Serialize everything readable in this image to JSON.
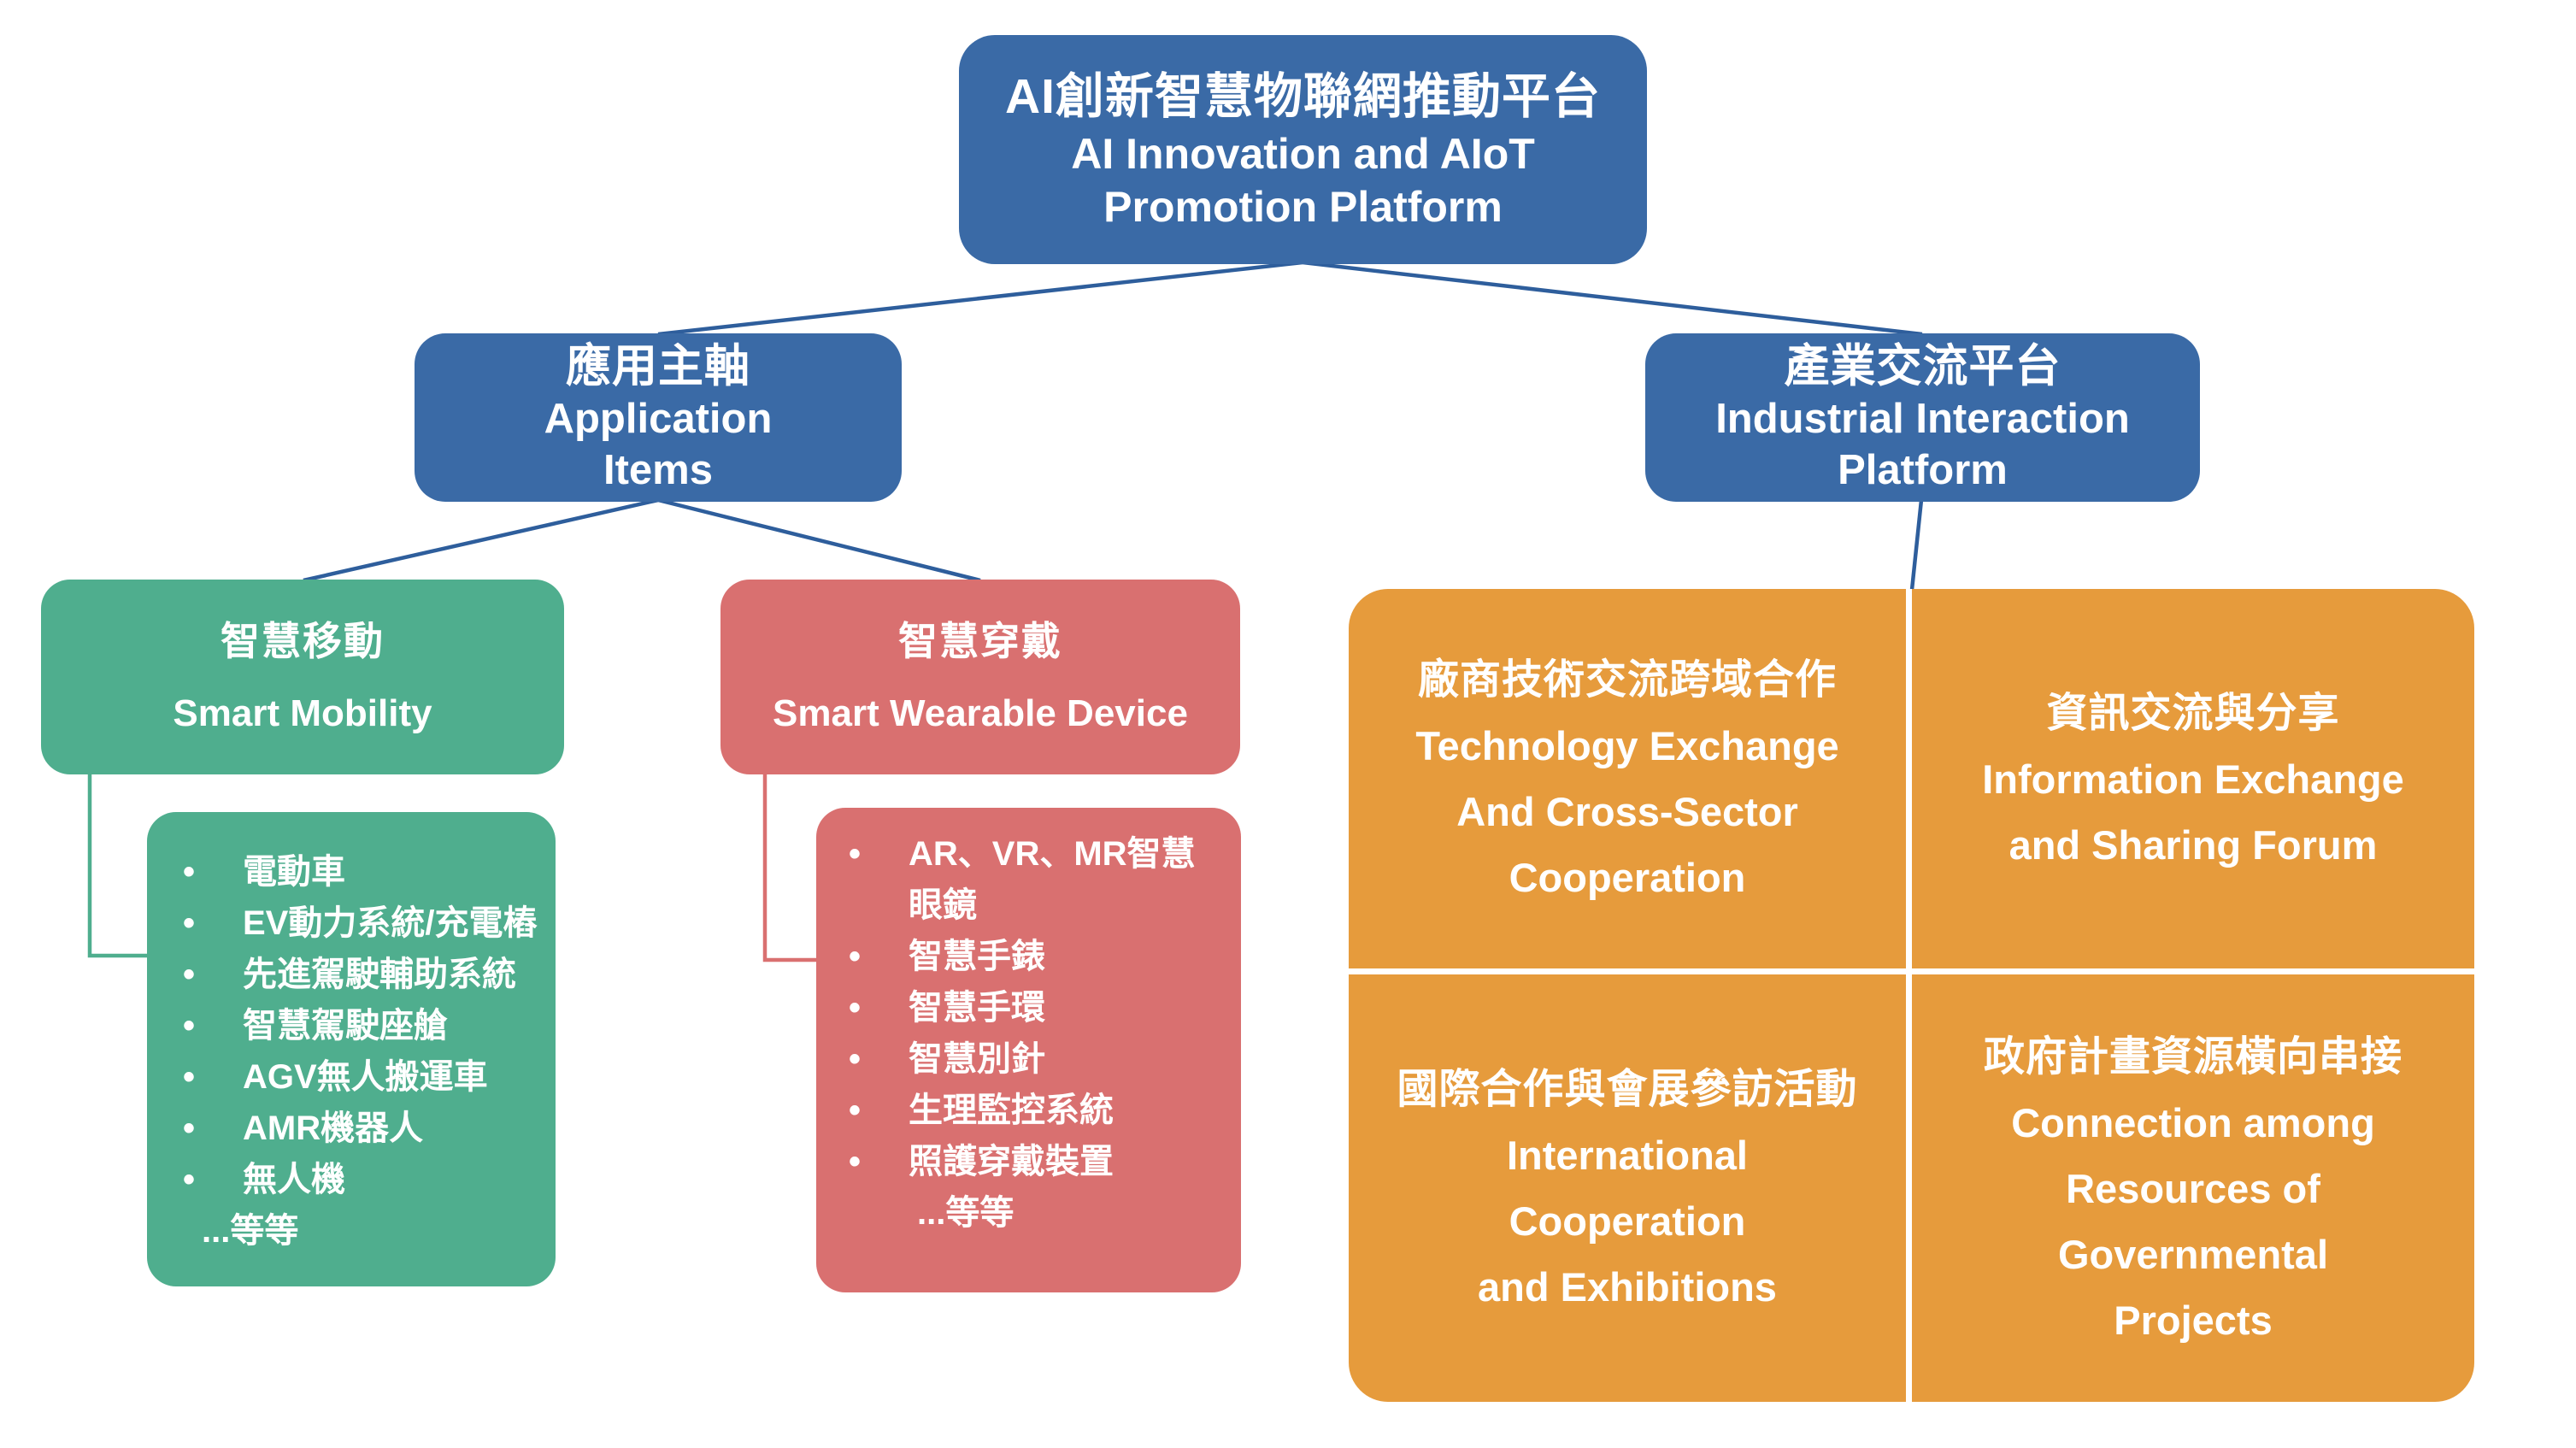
{
  "root": {
    "title_zh": "AI創新智慧物聯網推動平台",
    "title_en_lines": [
      "AI Innovation and AIoT",
      "Promotion Platform"
    ]
  },
  "branches": {
    "application": {
      "title_zh": "應用主軸",
      "title_en_lines": [
        "Application",
        "Items"
      ]
    },
    "industrial": {
      "title_zh": "產業交流平台",
      "title_en_lines": [
        "Industrial Interaction",
        "Platform"
      ]
    }
  },
  "application_groups": [
    {
      "title_zh": "智慧移動",
      "title_en": "Smart Mobility",
      "items": [
        "電動車",
        "EV動力系統/充電樁",
        "先進駕駛輔助系統",
        "智慧駕駛座艙",
        "AGV無人搬運車",
        "AMR機器人",
        "無人機"
      ],
      "more_label": "...等等"
    },
    {
      "title_zh": "智慧穿戴",
      "title_en": "Smart Wearable Device",
      "items": [
        "AR、VR、MR智慧眼鏡",
        "智慧手錶",
        "智慧手環",
        "智慧別針",
        "生理監控系統",
        "照護穿戴裝置"
      ],
      "more_label": "...等等"
    }
  ],
  "industrial_cells": [
    {
      "title_zh": "廠商技術交流跨域合作",
      "title_en_lines": [
        "Technology Exchange",
        "And Cross-Sector",
        "Cooperation"
      ]
    },
    {
      "title_zh": "資訊交流與分享",
      "title_en_lines": [
        "Information Exchange",
        "and Sharing Forum"
      ]
    },
    {
      "title_zh": "國際合作與會展參訪活動",
      "title_en_lines": [
        "International",
        "Cooperation",
        "and Exhibitions"
      ]
    },
    {
      "title_zh": "政府計畫資源橫向串接",
      "title_en_lines": [
        "Connection among",
        "Resources of",
        "Governmental",
        "Projects"
      ]
    }
  ],
  "bullet_glyph": "•",
  "colors": {
    "blue": "#3A6AA6",
    "line_blue": "#2E5E9C",
    "green": "#4FAE8E",
    "red": "#D97070",
    "orange": "#E69B3C",
    "white": "#FFFFFF"
  }
}
